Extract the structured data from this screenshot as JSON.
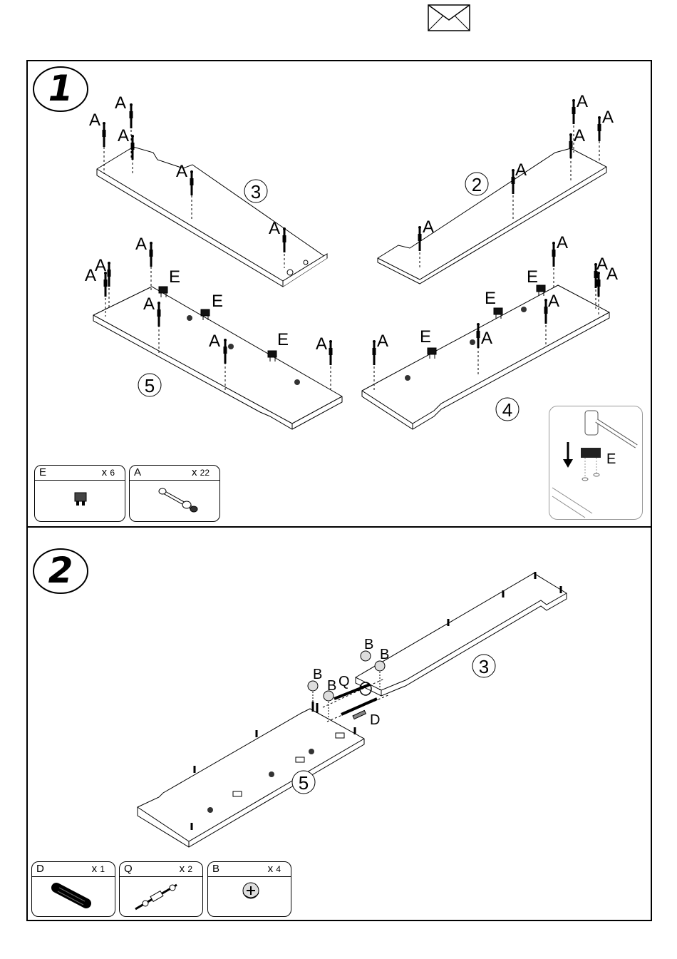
{
  "page": {
    "icon": "envelope-icon"
  },
  "step1": {
    "number": "1",
    "panels": [
      {
        "label": "3"
      },
      {
        "label": "2"
      },
      {
        "label": "5"
      },
      {
        "label": "4"
      }
    ],
    "fittings": {
      "a": "A",
      "e": "E"
    },
    "inset": {
      "label": "E",
      "arrow_icon": "down-arrow-icon"
    },
    "parts": [
      {
        "letter": "E",
        "qty_prefix": "x",
        "qty": "6",
        "icon": "cam-clip-icon"
      },
      {
        "letter": "A",
        "qty_prefix": "x",
        "qty": "22",
        "icon": "cam-bolt-icon"
      }
    ]
  },
  "step2": {
    "number": "2",
    "panels": [
      {
        "label": "3"
      },
      {
        "label": "5"
      }
    ],
    "fittings": {
      "b": "B",
      "q": "Q",
      "d": "D"
    },
    "parts": [
      {
        "letter": "D",
        "qty_prefix": "x",
        "qty": "1",
        "icon": "wooden-dowel-icon"
      },
      {
        "letter": "Q",
        "qty_prefix": "x",
        "qty": "2",
        "icon": "double-connector-icon"
      },
      {
        "letter": "B",
        "qty_prefix": "x",
        "qty": "4",
        "icon": "cam-lock-icon"
      }
    ]
  }
}
